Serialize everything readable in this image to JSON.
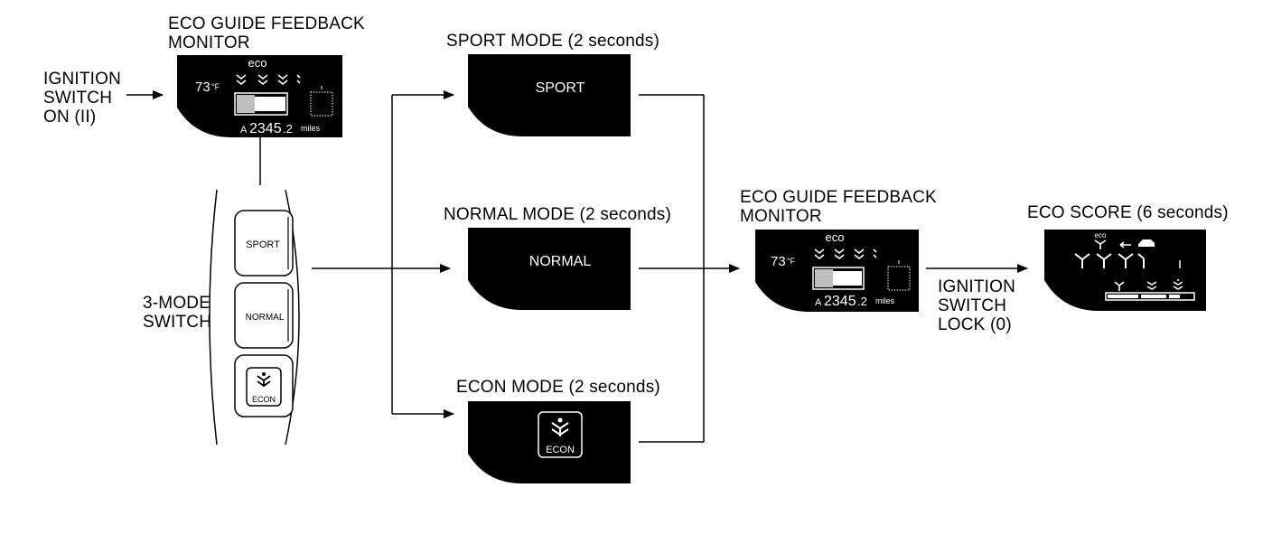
{
  "labels": {
    "eco_monitor_title_1": "ECO GUIDE FEEDBACK\nMONITOR",
    "eco_monitor_title_2": "ECO GUIDE FEEDBACK\nMONITOR",
    "ignition_on": "IGNITION\nSWITCH\nON (II)",
    "ignition_lock": "IGNITION\nSWITCH\nLOCK (0)",
    "three_mode_switch": "3-MODE\nSWITCH",
    "sport_mode": "SPORT MODE (2 seconds)",
    "normal_mode": "NORMAL MODE (2 seconds)",
    "econ_mode": "ECON MODE (2 seconds)",
    "eco_score": "ECO SCORE (6 seconds)"
  },
  "monitor": {
    "eco_text": "eco",
    "temperature": "73",
    "temperature_unit": "°F",
    "odometer_prefix": "A",
    "odometer_value": "2345",
    "odometer_decimal": ".2",
    "odometer_unit": "miles"
  },
  "switch_buttons": {
    "sport": "SPORT",
    "normal": "NORMAL",
    "econ": "ECON"
  },
  "mode_screens": {
    "sport": "SPORT",
    "normal": "NORMAL",
    "econ": "ECON"
  },
  "score_screen": {
    "eco_text": "eco"
  },
  "colors": {
    "screen_background": "#000000",
    "screen_foreground": "#ffffff",
    "line": "#000000"
  },
  "icons": [
    "leaf-icon",
    "arrow-left-icon",
    "car-icon",
    "econ-leaf-icon"
  ]
}
